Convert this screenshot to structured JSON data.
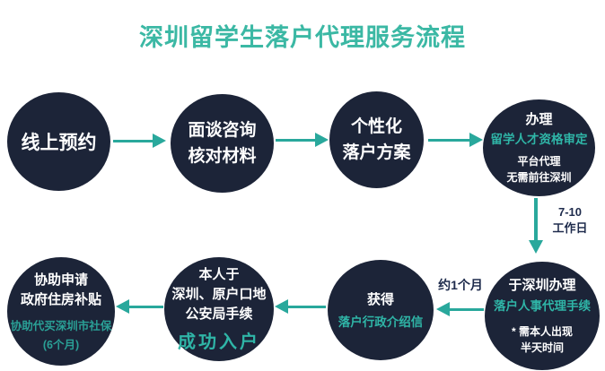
{
  "title": "深圳留学生落户代理服务流程",
  "colors": {
    "title_teal": "#3bb8a4",
    "arrow_teal": "#29a89c",
    "circle_navy": "#1c2438",
    "teal_text": "#2fb5a7",
    "label_navy": "#1e2b4c",
    "background": "#ffffff"
  },
  "flow": {
    "steps": [
      {
        "name": "online-booking",
        "lines": [
          "线上预约"
        ]
      },
      {
        "name": "interview-materials",
        "lines": [
          "面谈咨询",
          "核对材料"
        ]
      },
      {
        "name": "personalized-plan",
        "lines": [
          "个性化",
          "落户方案"
        ]
      },
      {
        "name": "qualification-review",
        "lines": [
          "办理",
          "留学人才资格审定",
          "平台代理",
          "无需前往深圳"
        ]
      },
      {
        "name": "shenzhen-hr-agency",
        "lines": [
          "于深圳办理",
          "落户人事代理手续",
          "* 需本人出现",
          "半天时间"
        ]
      },
      {
        "name": "introduction-letter",
        "lines": [
          "获得",
          "落户行政介绍信"
        ]
      },
      {
        "name": "police-registration",
        "lines": [
          "本人于",
          "深圳、原户口地",
          "公安局手续",
          "成功入户"
        ]
      },
      {
        "name": "subsidy-assistance",
        "lines": [
          "协助申请",
          "政府住房补贴",
          "协助代买深圳市社保",
          "(6个月)"
        ]
      }
    ],
    "duration_labels": {
      "top_line1": "7-10",
      "top_line2": "工作日",
      "bottom": "约1个月"
    }
  }
}
